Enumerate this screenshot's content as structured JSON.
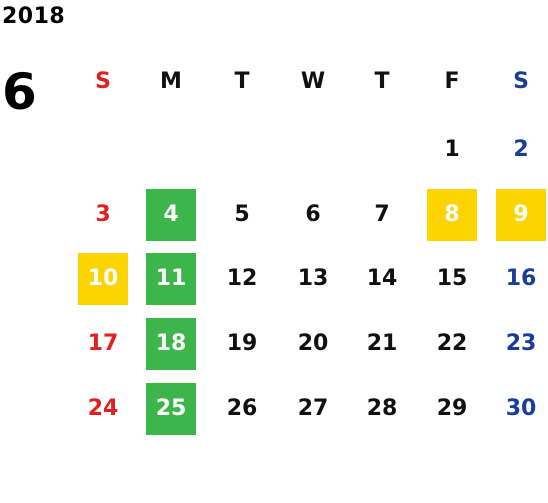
{
  "year": "2018",
  "month": "6",
  "weekdays": [
    "S",
    "M",
    "T",
    "W",
    "T",
    "F",
    "S"
  ],
  "weeks": [
    [
      "",
      "",
      "",
      "",
      "",
      "1",
      "2"
    ],
    [
      "3",
      "4",
      "5",
      "6",
      "7",
      "8",
      "9"
    ],
    [
      "10",
      "11",
      "12",
      "13",
      "14",
      "15",
      "16"
    ],
    [
      "17",
      "18",
      "19",
      "20",
      "21",
      "22",
      "23"
    ],
    [
      "24",
      "25",
      "26",
      "27",
      "28",
      "29",
      "30"
    ]
  ],
  "colors": {
    "sunday": "#e32020",
    "saturday": "#1a3d99",
    "highlight_green": "#3cb54a",
    "highlight_yellow": "#fdd400"
  }
}
